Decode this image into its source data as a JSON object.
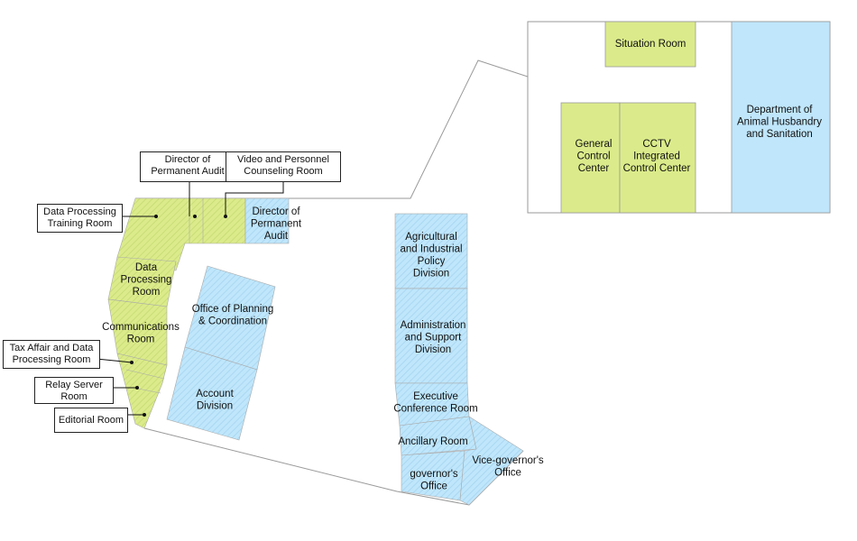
{
  "colors": {
    "green_room": "#dbeb8b",
    "blue_room": "#bfe6fb",
    "hatch_green": "#c4d872",
    "hatch_blue": "#a4d3ef",
    "outline": "#9a9a9a"
  },
  "rooms": {
    "situation_room": [
      "Situation Room"
    ],
    "general_control_center": [
      "General",
      "Control",
      "Center"
    ],
    "cctv_integrated_control_center": [
      "CCTV",
      "Integrated",
      "Control Center"
    ],
    "dept_animal_husbandry": [
      "Department of",
      "Animal Husbandry",
      "and Sanitation"
    ],
    "director_permanent_audit": [
      "Director of",
      "Permanent",
      "Audit"
    ],
    "data_processing_room": [
      "Data",
      "Processing",
      "Room"
    ],
    "communications_room": [
      "Communications",
      "Room"
    ],
    "office_planning_coordination": [
      "Office of Planning",
      "& Coordination"
    ],
    "account_division": [
      "Account",
      "Division"
    ],
    "agricultural_industrial_policy_division": [
      "Agricultural",
      "and Industrial",
      "Policy",
      "Division"
    ],
    "administration_support_division": [
      "Administration",
      "and Support",
      "Division"
    ],
    "executive_conference_room": [
      "Executive",
      "Conference Room"
    ],
    "ancillary_room": [
      "Ancillary Room"
    ],
    "governors_office": [
      "governor's",
      "Office"
    ],
    "vice_governors_office": [
      "Vice-governor's",
      "Office"
    ]
  },
  "callouts": {
    "director_permanent_audit": "Director of\nPermanent Audit",
    "video_personnel_counseling": "Video and Personnel\nCounseling Room",
    "data_processing_training": "Data Processing\nTraining Room",
    "tax_affair_data_processing": "Tax Affair and Data\nProcessing Room",
    "relay_server_room": "Relay Server\nRoom",
    "editorial_room": "Editorial Room"
  }
}
